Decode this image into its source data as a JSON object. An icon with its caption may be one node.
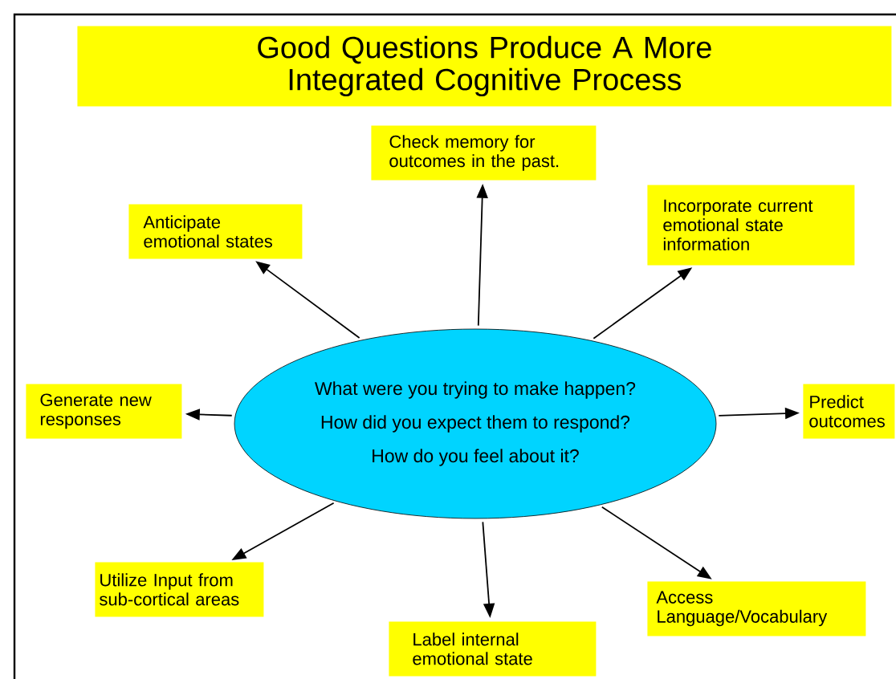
{
  "diagram": {
    "title": "Good Questions Produce A More Integrated Cognitive Process",
    "nodes": [
      {
        "text": [
          "What were you trying to make happen?",
          "How did you expect them to respond?",
          "How do you feel about it?"
        ]
      },
      {
        "text": [
          "Check memory for outcomes in the past."
        ]
      },
      {
        "text": [
          "Anticipate emotional states"
        ]
      },
      {
        "text": [
          "Incorporate current emotional state information"
        ]
      },
      {
        "text": [
          "Generate new responses"
        ]
      },
      {
        "text": [
          "Predict outcomes"
        ]
      },
      {
        "text": [
          "Utilize Input from sub-cortical areas"
        ]
      },
      {
        "text": [
          "Label internal emotional state"
        ]
      },
      {
        "text": [
          "Access Language/Vocabulary"
        ]
      }
    ],
    "edges": [
      {
        "from": 0,
        "to": 1,
        "arrow": "to"
      },
      {
        "from": 0,
        "to": 2,
        "arrow": "to"
      },
      {
        "from": 0,
        "to": 3,
        "arrow": "to"
      },
      {
        "from": 0,
        "to": 4,
        "arrow": "to"
      },
      {
        "from": 0,
        "to": 5,
        "arrow": "to"
      },
      {
        "from": 0,
        "to": 6,
        "arrow": "to"
      },
      {
        "from": 0,
        "to": 7,
        "arrow": "to"
      },
      {
        "from": 0,
        "to": 8,
        "arrow": "to"
      }
    ]
  }
}
